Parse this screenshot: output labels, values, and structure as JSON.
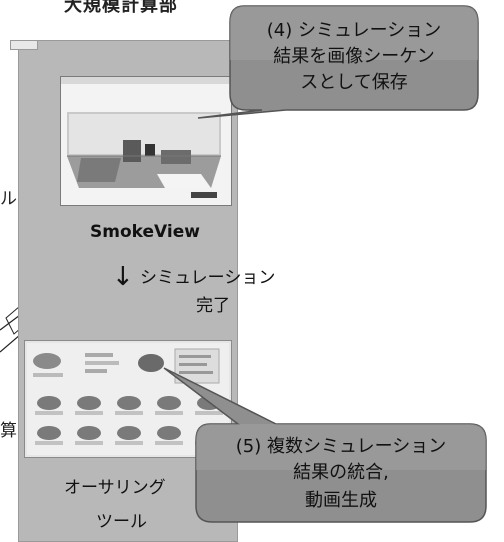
{
  "header_fragment": "大規模計算部",
  "left_edge": {
    "upper": "ル",
    "lower": "算"
  },
  "smokeview": {
    "label": "SmokeView"
  },
  "arrow": {
    "glyph": "↓"
  },
  "sim_complete": {
    "line1": "シミュレーション",
    "line2": "完了"
  },
  "authoring_tool": {
    "line1": "オーサリング",
    "line2": "ツール"
  },
  "callout_4": {
    "line1": "(4) シミュレーション",
    "line2": "結果を画像シーケン",
    "line3": "スとして保存"
  },
  "callout_5": {
    "line1": "(5) 複数シミュレーション",
    "line2": "結果の統合,",
    "line3": "動画生成"
  },
  "colors": {
    "column": "#b8b8b8",
    "callout_fill": "#8f8f8f",
    "callout_stroke": "#555555"
  }
}
